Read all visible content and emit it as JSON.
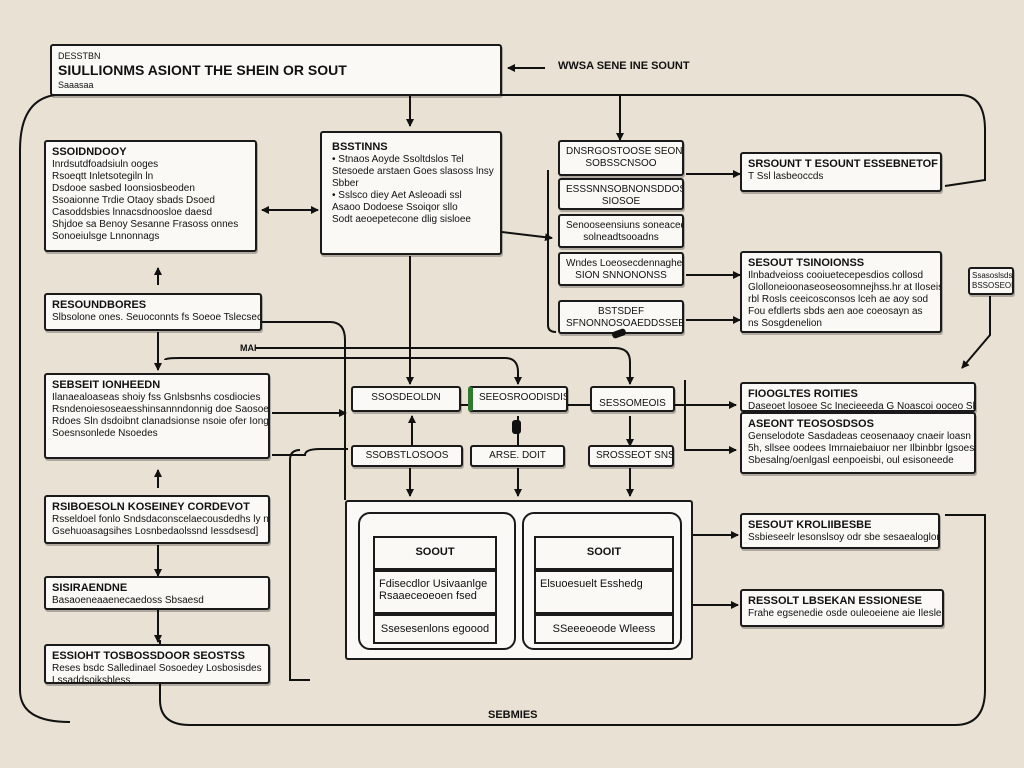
{
  "header": {
    "small": "DESSTBN",
    "title": "SIULLIONMS ASIONT THE SHEIN OR SOUT",
    "sub": "Saaasaa"
  },
  "top_right_label": "WWSA SENE INE SOUNT",
  "left_boxes": [
    {
      "title": "SSOIDNDOOY",
      "lines": [
        "Inrdsutdfoadsiuln ooges",
        "Rsoeqtt Inletsotegiln ln",
        "Dsdooe sasbed Ioonsiosbeoden",
        "Ssoaionne Trdie Otaoy sbads Dsoed",
        "Casoddsbies lnnacsdnoosloe daesd",
        "Shjdoe sa Benoy Sesanne Frasoss onnes",
        "Sonoeiulsge Lnnonnags"
      ]
    },
    {
      "title": "RESOUNDBORES",
      "lines": [
        "Slbsolone ones. Seuoconnts fs Soeoe Tslecsectssonn"
      ]
    },
    {
      "title": "SEBSEIT IONHEEDN",
      "lines": [
        "Ilanaealoaseas shoiy fss Gnlsbsnhs cosdiocies",
        "Rsndenoiesoseaesshinsannndonnig doe Saosoedsoes",
        "Rdoes Sln dsdoibnt clanadsionse nsoie ofer Iong",
        "Soesnsonlede Nsoedes"
      ]
    },
    {
      "title": "RSIBOESOLN KOSEINEY CORDEVOT",
      "lines": [
        "Rsseldoel fonlo Sndsdaconscelaecousdedhs ly ns",
        "Gsehuoasagsihes Losnbedaolssnd Iessdsesd]"
      ]
    },
    {
      "title": "SISIRAENDNE",
      "lines": [
        "Basaoeneaaenecaedoss Sbsaesd"
      ]
    },
    {
      "title": "ESSIOHT TOSBOSSDOOR SEOSTSS",
      "lines": [
        "Reses bsdc Salledinael Sosoedey Losbosisdes",
        "Lssaddsoiksbless"
      ]
    }
  ],
  "center_top_box": {
    "lines": [
      "BSSTINNS",
      "• Stnaos Aoyde Ssoltdslos Tel",
      "Stesoede arstaen Goes slasoss lnsy",
      "Sbber",
      "• Sslsco diey Aet Asleoadi ssl",
      "Asaoo Dodoese Ssoiqor sllo",
      "Sodt aeoepetecone dlig sisloee"
    ]
  },
  "stack": [
    {
      "l1": "DNSRGOSTOOSE SEONOT",
      "l2": "SOBSSCNSOO"
    },
    {
      "l1": "ESSSNNSOBNONSDDOS",
      "l2": "SIOSOE"
    },
    {
      "l1": "Senooseensiuns soneacedd",
      "l2": "solneadtsooadns"
    },
    {
      "l1": "Wndes Loeosecdennaghe",
      "l2": "SION SNNONONSS"
    },
    {
      "l1": "BSTSDEF",
      "l2": "SFNONNOSOAEDDSSEE"
    }
  ],
  "right_boxes": [
    {
      "title": "SRSOUNT T ESOUNT ESSEBNETOF",
      "lines": [
        "T Ssl lasbeoccds"
      ]
    },
    {
      "title": "SESOUT TSINOIONSS",
      "lines": [
        "Ilnbadveioss cooiuetecepesdios collosd",
        "Glolloneioonaseoseosomnejhss.hr at Iloseis",
        "rbl Rosls ceeicosconsos lceh ae aoy sod",
        "Fou efdlerts sbds aen aoe coeosayn as",
        "ns Sosgdenelion"
      ]
    },
    {
      "title": "FIOOGLTES ROITIES",
      "lines": [
        "Daseoet losoee Sc Inecieeeda G Noascoi ooceo Sbsosdsa Sennocoik"
      ]
    },
    {
      "title": "ASEONT TEOSOSDSOS",
      "lines": [
        "Genselodote Sasdadeas ceosenaaoy cnaeir loasn fhsdeh",
        "5h, sllsee oodees Imrnaiebaiuor ner Ilbinbbr lgsoeses",
        "Sbesalng/oenlgasl eenpoeisbi, oul esisoneede"
      ]
    },
    {
      "title": "SESOUT KROLIIBESBE",
      "lines": [
        "Ssbieseelr lesonslsoy odr sbe sesaealoglont"
      ]
    },
    {
      "title": "RESSOLT LBSEKAN ESSIONESE",
      "lines": [
        "Frahe egsenedie osde ouleoeiene aie Ilesleoleagy"
      ]
    }
  ],
  "mid_row_top": [
    "SSOSDEOLDN",
    "SEEOSROODISDIS",
    "SESSOMEOIS"
  ],
  "mid_row_bottom": [
    "SSOBSTLOSOOS",
    "ARSE. DOIT",
    "SROSSEOT SNSOT"
  ],
  "outer_tag": [
    "Ssasoslsdsa",
    "BSSOSEOBSS"
  ],
  "bottom_cards": [
    {
      "title": "SOOUT",
      "sub1": "Fdisecdlor Usivaanlge",
      "sub2": "Rsaaeceoeoen fsed",
      "sub3": "Ssesesenlons egoood"
    },
    {
      "title": "SOOIT",
      "sub1": "Elsuoesuelt Esshedg",
      "sub2": "",
      "sub3": "SSeeeoeode Wleess"
    }
  ],
  "small_labels": {
    "ma": "MAI",
    "bottom": "SEBMIES"
  }
}
